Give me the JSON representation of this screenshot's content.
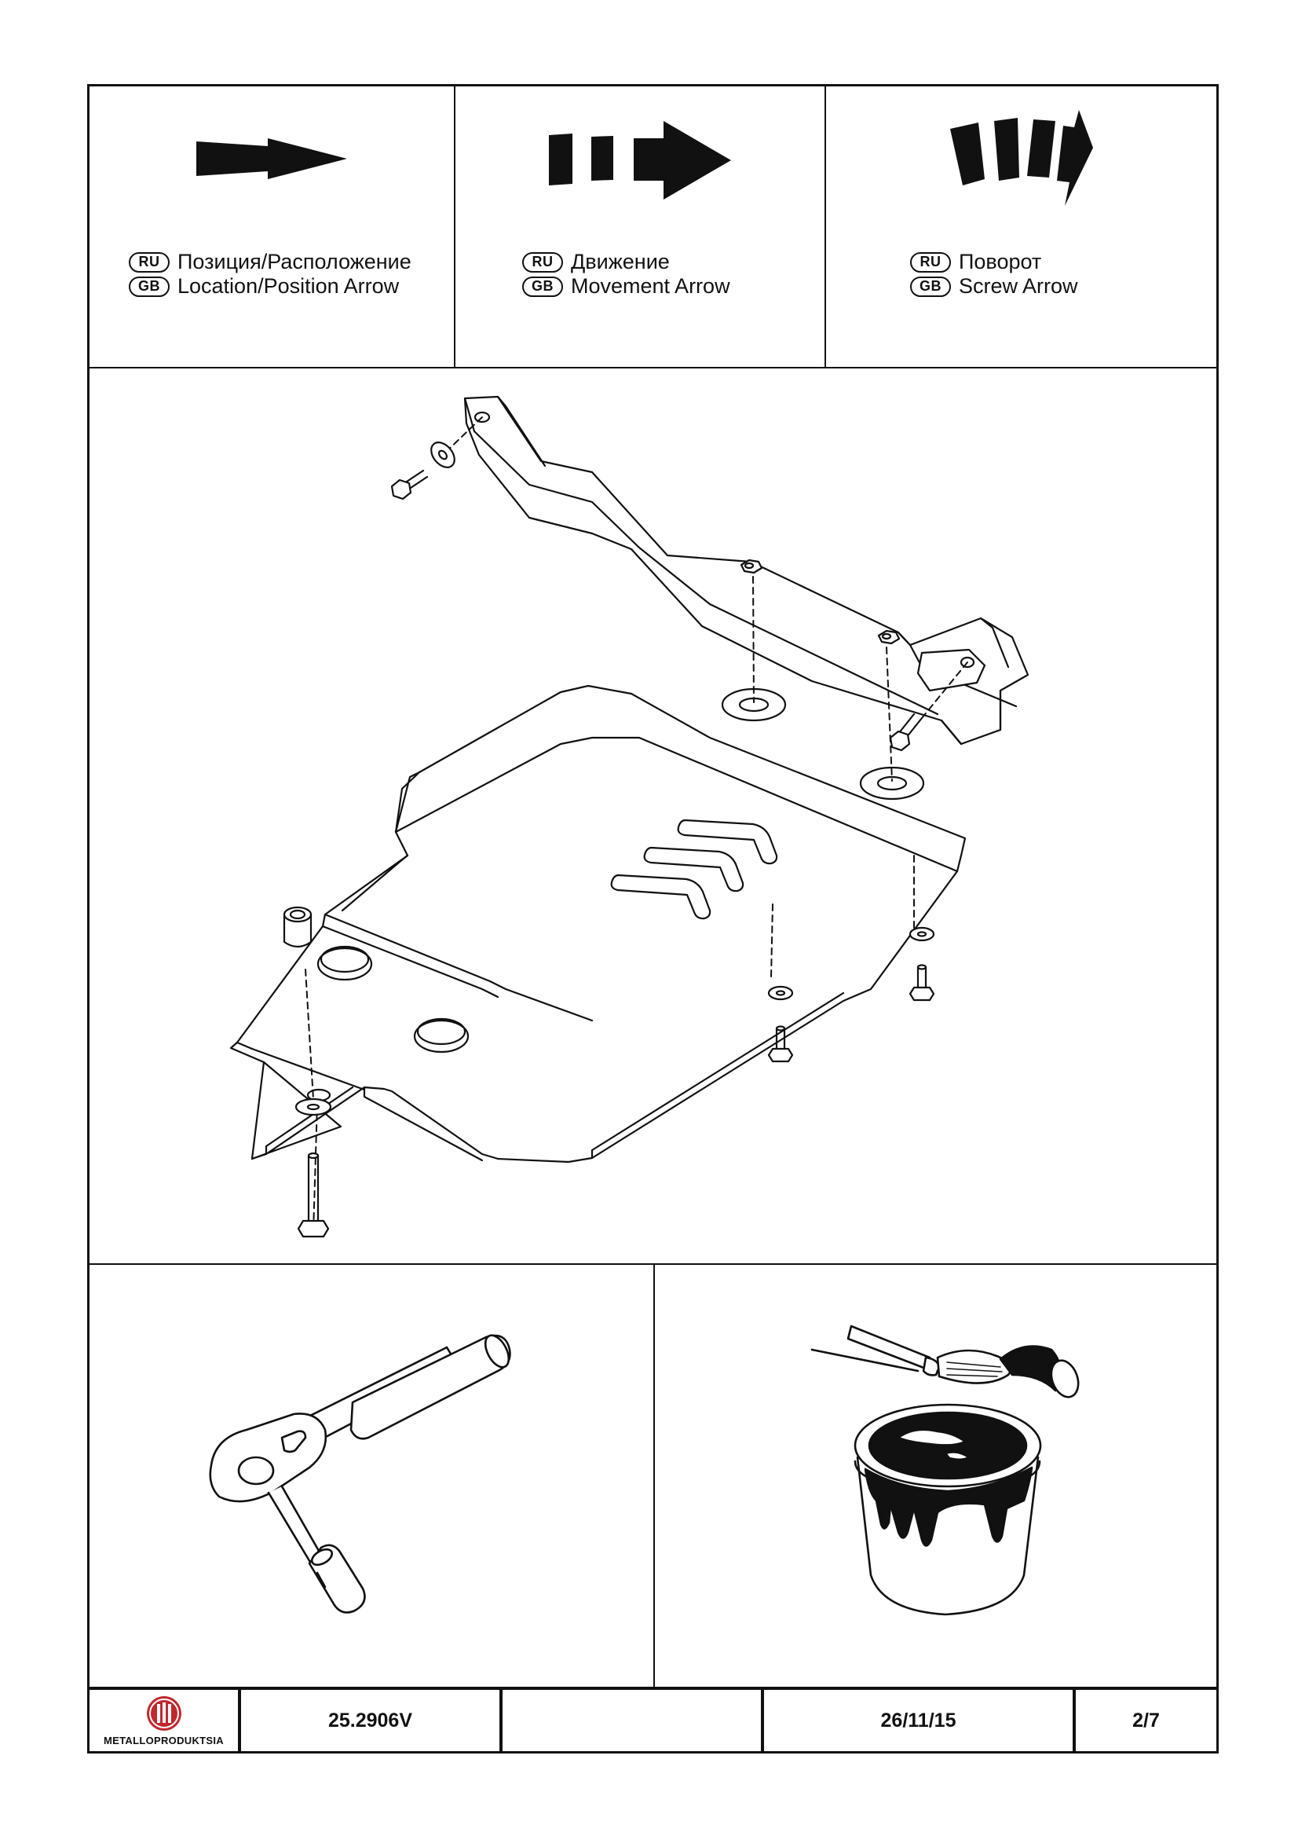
{
  "legend": {
    "location": {
      "ru_badge": "RU",
      "gb_badge": "GB",
      "ru_text": "Позиция/Расположение",
      "gb_text": "Location/Position Arrow",
      "icon": "location-arrow-icon"
    },
    "movement": {
      "ru_badge": "RU",
      "gb_badge": "GB",
      "ru_text": "Движение",
      "gb_text": "Movement Arrow",
      "icon": "movement-arrow-icon"
    },
    "screw": {
      "ru_badge": "RU",
      "gb_badge": "GB",
      "ru_text": "Поворот",
      "gb_text": "Screw Arrow",
      "icon": "screw-arrow-icon"
    }
  },
  "diagram": {
    "icon": "skid-plate-assembly-diagram"
  },
  "tools": {
    "left_icon": "ratchet-wrench-icon",
    "right_icon": "paint-can-brush-icon"
  },
  "footer": {
    "logo_text": "METALLOPRODUKTSIA",
    "logo_color": "#c0282d",
    "part_number": "25.2906V",
    "blank": "",
    "date": "26/11/15",
    "page": "2/7"
  }
}
